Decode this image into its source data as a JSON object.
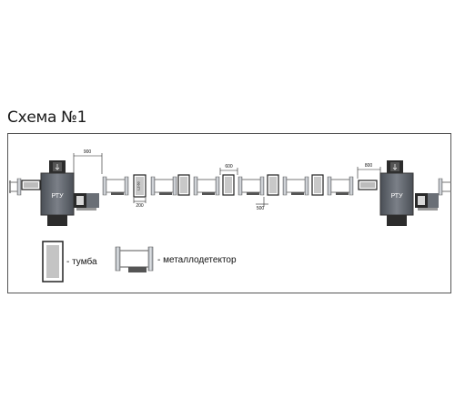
{
  "title": "Схема №1",
  "dimensions": {
    "d900": "900",
    "d600_top": "600",
    "d500": "500",
    "d200": "200",
    "d800": "800"
  },
  "rtu_label": "РТУ",
  "tumba_label": "LZ-60",
  "legend": {
    "tumba": "- тумба",
    "detector": "- металлодетектор"
  }
}
